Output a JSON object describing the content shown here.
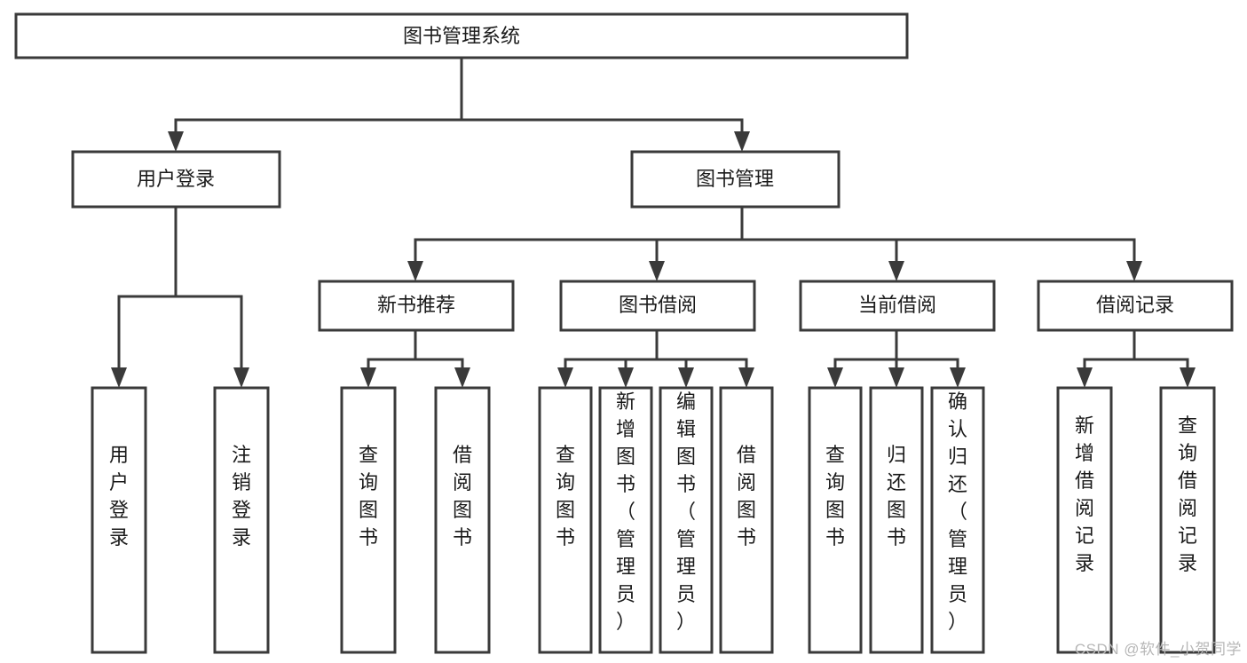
{
  "diagram": {
    "title_box": {
      "label": "图书管理系统"
    },
    "level1": [
      {
        "id": "user-login",
        "label": "用户登录"
      },
      {
        "id": "book-manage",
        "label": "图书管理"
      }
    ],
    "level2": [
      {
        "id": "new-book-recommend",
        "label": "新书推荐"
      },
      {
        "id": "book-borrow",
        "label": "图书借阅"
      },
      {
        "id": "current-borrow",
        "label": "当前借阅"
      },
      {
        "id": "borrow-record",
        "label": "借阅记录"
      }
    ],
    "leaves": [
      {
        "id": "leaf-user-login",
        "label": "用户登录",
        "parent": "user-login"
      },
      {
        "id": "leaf-logout-login",
        "label": "注销登录",
        "parent": "user-login"
      },
      {
        "id": "leaf-query-book-1",
        "label": "查询图书",
        "parent": "new-book-recommend"
      },
      {
        "id": "leaf-borrow-book-1",
        "label": "借阅图书",
        "parent": "new-book-recommend"
      },
      {
        "id": "leaf-query-book-2",
        "label": "查询图书",
        "parent": "book-borrow"
      },
      {
        "id": "leaf-add-book",
        "label": "新增图书（管理员）",
        "parent": "book-borrow"
      },
      {
        "id": "leaf-edit-book",
        "label": "编辑图书（管理员）",
        "parent": "book-borrow"
      },
      {
        "id": "leaf-borrow-book-2",
        "label": "借阅图书",
        "parent": "book-borrow"
      },
      {
        "id": "leaf-query-book-3",
        "label": "查询图书",
        "parent": "current-borrow"
      },
      {
        "id": "leaf-return-book",
        "label": "归还图书",
        "parent": "current-borrow"
      },
      {
        "id": "leaf-confirm-return",
        "label": "确认归还（管理员）",
        "parent": "current-borrow"
      },
      {
        "id": "leaf-add-record",
        "label": "新增借阅记录",
        "parent": "borrow-record"
      },
      {
        "id": "leaf-query-record",
        "label": "查询借阅记录",
        "parent": "borrow-record"
      }
    ],
    "watermark": "CSDN @软件_小贺同学",
    "colors": {
      "stroke": "#3a3a3a",
      "fill": "#ffffff",
      "text": "#1a1a1a",
      "watermark": "#b7b7b7"
    }
  }
}
